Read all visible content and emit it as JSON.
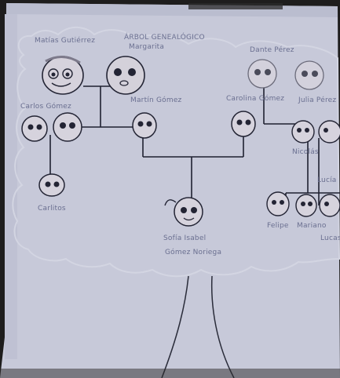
{
  "photo": {
    "description_hidden": "",
    "title": "ÁRBOL GENEALÓGICO",
    "labels": {
      "grandpa_left": "Matías Gutiérrez",
      "grandma_left": "Margarita",
      "uncle": "Carlos Gómez",
      "father": "Martín Gómez",
      "mother": "Carolina Gómez",
      "grandpa_right": "Dante Pérez",
      "grandma_right": "Julia Pérez",
      "cousin": "Carlitos",
      "child": "Sofía Isabel",
      "child_line2": "Gómez Noriega",
      "relative_right": "Nicolás",
      "aunt_right": "Lucía",
      "kid_right1": "Felipe",
      "kid_right2": "Mariano",
      "kid_right3": "Lucas"
    }
  }
}
